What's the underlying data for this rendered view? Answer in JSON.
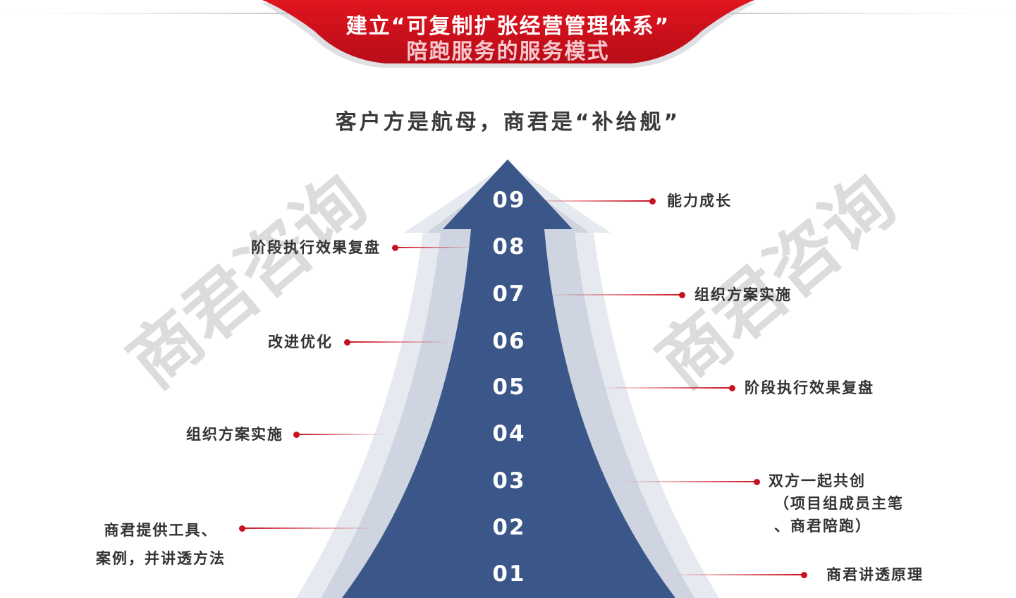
{
  "banner": {
    "line1": "建立“可复制扩张经营管理体系”",
    "line2": "陪跑服务的服务模式"
  },
  "headline": "客户方是航母，商君是“补给舰”",
  "watermark": "商君咨询",
  "steps": [
    "09",
    "08",
    "07",
    "06",
    "05",
    "04",
    "03",
    "02",
    "01"
  ],
  "labels": {
    "right": [
      {
        "step": "09",
        "lines": [
          "能力成长"
        ]
      },
      {
        "step": "07",
        "lines": [
          "组织方案实施"
        ]
      },
      {
        "step": "05",
        "lines": [
          "阶段执行效果复盘"
        ]
      },
      {
        "step": "03",
        "lines": [
          "双方一起共创",
          "（项目组成员主笔",
          "、商君陪跑）"
        ]
      },
      {
        "step": "01",
        "lines": [
          "商君讲透原理"
        ]
      }
    ],
    "left": [
      {
        "step": "08",
        "lines": [
          "阶段执行效果复盘"
        ]
      },
      {
        "step": "06",
        "lines": [
          "改进优化"
        ]
      },
      {
        "step": "04",
        "lines": [
          "组织方案实施"
        ]
      },
      {
        "step": "02",
        "lines": [
          "商君提供工具、",
          "案例，并讲透方法"
        ]
      }
    ]
  },
  "colors": {
    "banner_red": "#d0101c",
    "arrow_blue": "#3b5688",
    "arrow_outer": "#e6e9ef",
    "arrow_mid": "#cfd5e0",
    "accent_red": "#c81221",
    "text_dark": "#333333",
    "watermark_gray": "#d9d9d9"
  }
}
